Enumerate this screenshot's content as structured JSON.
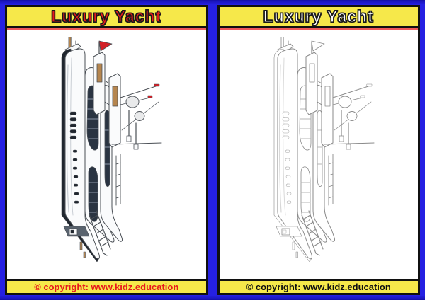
{
  "page": {
    "background_color": "#2520e2",
    "panels": [
      {
        "title": "Luxury Yacht",
        "title_color": "#e8191c",
        "header_bg": "#f6e84a",
        "illustration_style": "colored",
        "footer_text": "© copyright: www.kidz.education",
        "footer_text_color": "#e8191c",
        "footer_bg": "#f6e84a"
      },
      {
        "title": "Luxury Yacht",
        "title_color": "#ffffff",
        "header_bg": "#f6e84a",
        "illustration_style": "outline",
        "footer_text": "© copyright: www.kidz.education",
        "footer_text_color": "#101010",
        "footer_bg": "#f6e84a"
      }
    ],
    "illustration": {
      "subject": "luxury motor yacht, side profile rotated vertically (bow down)",
      "colored_palette": {
        "hull": "#fafbfc",
        "windows": "#2a3442",
        "flag": "#d21f26",
        "wood_trim": "#b5854e",
        "outline": "#4a4f55"
      },
      "outline_line_color": "#8a8a8a"
    }
  }
}
